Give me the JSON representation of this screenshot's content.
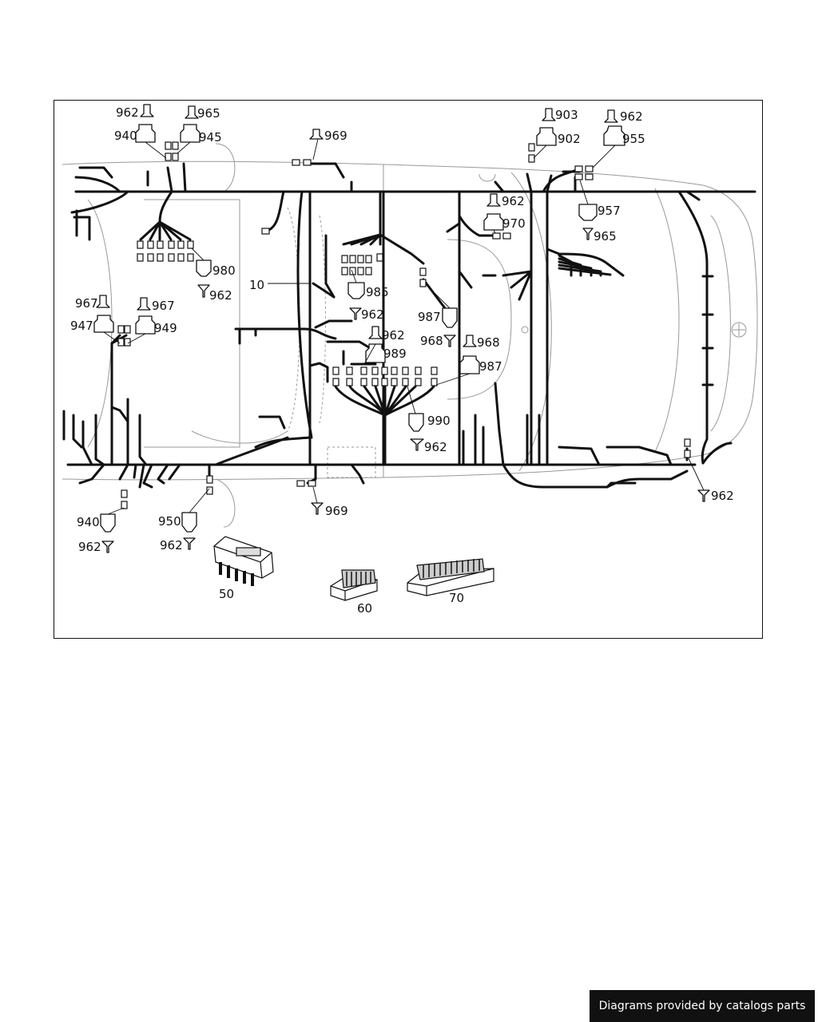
{
  "callouts": {
    "c1": "962",
    "c2": "965",
    "c3": "940",
    "c4": "945",
    "c5": "969",
    "c6": "903",
    "c7": "902",
    "c8": "962",
    "c9": "955",
    "c10": "962",
    "c11": "970",
    "c12": "957",
    "c13": "965",
    "c14": "980",
    "c15": "962",
    "c16": "10",
    "c17": "985",
    "c18": "962",
    "c19": "987",
    "c20": "967",
    "c21": "967",
    "c22": "947",
    "c23": "949",
    "c24": "962",
    "c25": "989",
    "c26": "968",
    "c27": "968",
    "c28": "987",
    "c29": "990",
    "c30": "962",
    "c31": "940",
    "c32": "950",
    "c33": "962",
    "c34": "962",
    "c35": "969",
    "c36": "962",
    "c37": "50",
    "c38": "60",
    "c39": "70"
  },
  "footer": {
    "text": "Diagrams provided by catalogs parts"
  },
  "colors": {
    "wire": "#111111",
    "body_outline": "#999999",
    "background": "#ffffff"
  }
}
